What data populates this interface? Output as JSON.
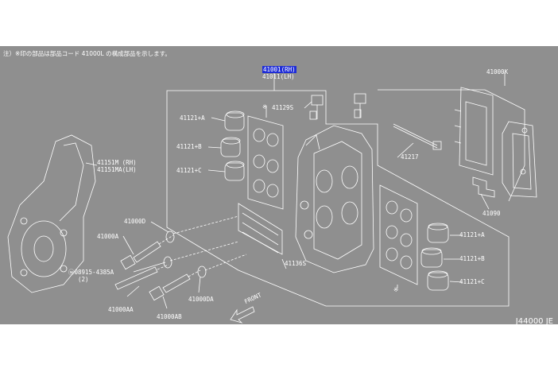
{
  "note": "注）※印の部品は部品コード 41000L の構成部品を示します。",
  "labels": {
    "main_rh": "41001(RH)",
    "main_lh": "41011(LH)",
    "k_kit": "41000K",
    "bolt_kit": "41129S",
    "pad_l_a": "41121+A",
    "pad_l_b": "41121+B",
    "pad_l_c": "41121+C",
    "pad_r_a": "41121+A",
    "pad_r_b": "41121+B",
    "pad_r_c": "41121+C",
    "shield_rh": "41151M (RH)",
    "shield_lh": "41151MA(LH)",
    "p41217": "41217",
    "p41090": "41090",
    "p41000d": "41000D",
    "p41000a": "41000A",
    "p41136s": "41136S",
    "washer_code": "ⓦ08915-4385A",
    "washer_qty": "(2)",
    "p41000da": "41000DA",
    "p41000aa": "41000AA",
    "p41000ab": "41000AB",
    "front": "FRONT",
    "star_top": "※",
    "star_bot": "※",
    "figure_code": "J44000 JE"
  }
}
